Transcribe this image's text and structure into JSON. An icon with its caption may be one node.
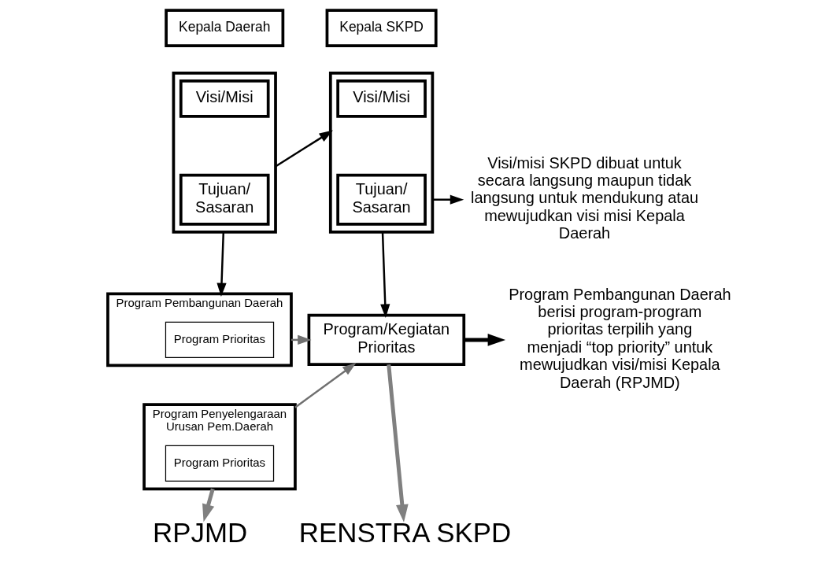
{
  "diagram": {
    "nodes": [
      {
        "text": [
          "Kepala Daerah"
        ]
      },
      {
        "text": [],
        "shape": "box"
      },
      {
        "text": [
          "Visi/Misi"
        ],
        "in": 1
      },
      {
        "text": [
          "Tujuan/ Sasaran"
        ],
        "in": 1
      },
      {
        "text": [
          "Kepala SKPD"
        ]
      },
      {
        "text": [],
        "shape": "box"
      },
      {
        "text": [
          "Visi/Misi"
        ],
        "in": 5
      },
      {
        "text": [
          "Tujuan/ Sasaran"
        ],
        "in": 5
      },
      {
        "text": [
          "Visi/misi SKPD dibuat untuk secara langsung maupun tidak langsung untuk mendukung atau mewujudkan visi misi Kepala Daerah"
        ]
      },
      {
        "text": [
          "Program Pembangunan Daerah"
        ]
      },
      {
        "text": [
          "Program Prioritas"
        ],
        "in": 9
      },
      {
        "text": [
          "Program Penyelengaraan Urusan Pem.Daerah"
        ]
      },
      {
        "text": [
          "Program Prioritas"
        ],
        "in": 11
      },
      {
        "text": [
          "Program/Kegiatan Prioritas"
        ]
      },
      {
        "text": [
          "Program Pembangunan Daerah berisi program-program prioritas terpilih yang menjadi “top priority” untuk mewujudkan visi/misi Kepala Daerah (RPJMD)"
        ]
      },
      {
        "text": [
          "RPJMD"
        ]
      },
      {
        "text": [
          "RENSTRA SKPD"
        ]
      }
    ],
    "edges": [
      {
        "from": 1,
        "to": 5,
        "arrow": "to"
      },
      {
        "from": 5,
        "to": 8,
        "arrow": "to"
      },
      {
        "from": 1,
        "to": 9,
        "arrow": "to"
      },
      {
        "from": 5,
        "to": 13,
        "arrow": "to"
      },
      {
        "from": 9,
        "to": 13,
        "arrow": "to",
        "color": "#707070"
      },
      {
        "from": 11,
        "to": 13,
        "arrow": "to",
        "color": "#707070"
      },
      {
        "from": 13,
        "to": 14,
        "arrow": "to",
        "style": "thick"
      },
      {
        "from": 11,
        "to": 15,
        "arrow": "to",
        "style": "thick",
        "color": "#808080"
      },
      {
        "from": 13,
        "to": 16,
        "arrow": "to",
        "style": "thick",
        "color": "#808080"
      }
    ]
  }
}
